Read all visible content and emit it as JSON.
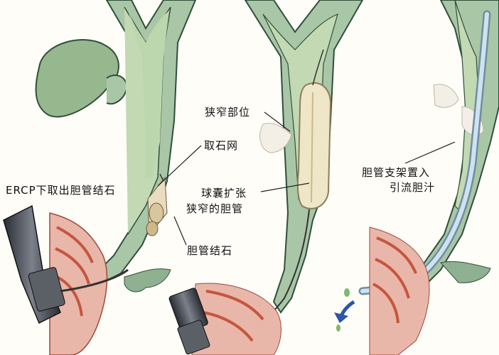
{
  "labels": {
    "ercp": "ERCP下取出胆管结石",
    "basket": "取石网",
    "stone": "胆管结石",
    "stricture_site": "狭窄部位",
    "balloon_line1": "球囊扩张",
    "balloon_line2": "狭窄的胆管",
    "stent_line1": "胆管支架置入",
    "stent_line2": "引流胆汁"
  },
  "colors": {
    "duct_wall": "#a9c6a6",
    "duct_lumen": "#c2d9b4",
    "duct_edge": "#2f4f3a",
    "gallbladder": "#9dbb95",
    "pancreas_tissue": "#e8b7a9",
    "duodenum_red": "#d46a52",
    "endoscope": "#3b3f47",
    "stent": "#b9d3e6",
    "balloon": "#efe6c8"
  },
  "icons": [
    "endoscope",
    "gallbladder",
    "bile-duct",
    "stone-basket",
    "balloon",
    "stent",
    "bile-drip-arrow"
  ]
}
